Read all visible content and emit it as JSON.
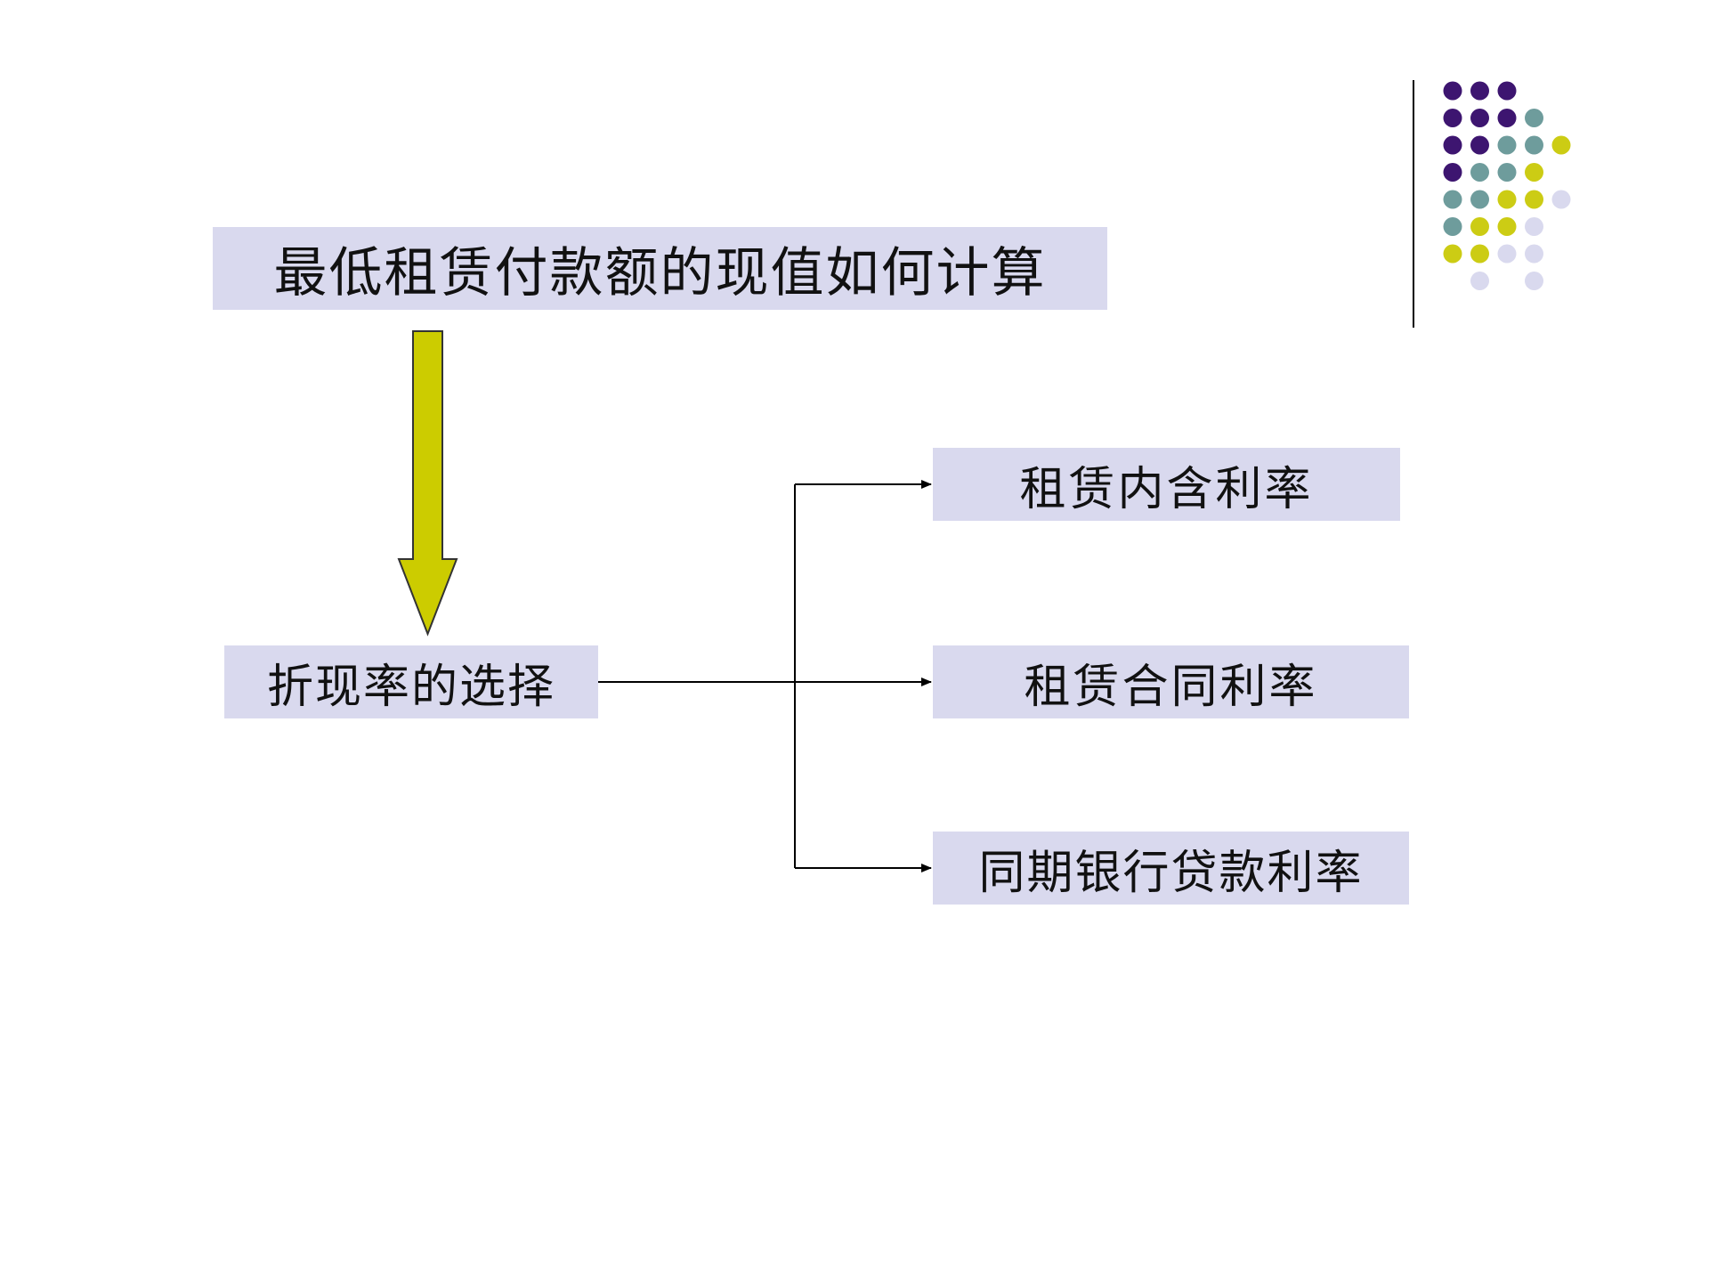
{
  "title": "最低租赁付款额的现值如何计算",
  "discount_node": "折现率的选择",
  "options": [
    "租赁内含利率",
    "租赁合同利率",
    "同期银行贷款利率"
  ],
  "colors": {
    "box_fill": "#d9d9ee",
    "arrow_fill": "#cccc00",
    "arrow_stroke": "#333333",
    "connector": "#000000",
    "dot_purple": "#3d1570",
    "dot_teal": "#6e9c9c",
    "dot_yellow": "#cccc14",
    "dot_lavender": "#d9d9ee"
  },
  "decoration": {
    "dot_grid": [
      [
        "purple",
        "purple",
        "purple",
        "",
        ""
      ],
      [
        "purple",
        "purple",
        "purple",
        "teal",
        ""
      ],
      [
        "purple",
        "purple",
        "teal",
        "teal",
        "yellow"
      ],
      [
        "purple",
        "teal",
        "teal",
        "yellow",
        ""
      ],
      [
        "teal",
        "teal",
        "yellow",
        "yellow",
        "lavender"
      ],
      [
        "teal",
        "yellow",
        "yellow",
        "lavender",
        ""
      ],
      [
        "yellow",
        "yellow",
        "lavender",
        "lavender",
        ""
      ],
      [
        "",
        "lavender",
        "",
        "lavender",
        ""
      ]
    ]
  }
}
